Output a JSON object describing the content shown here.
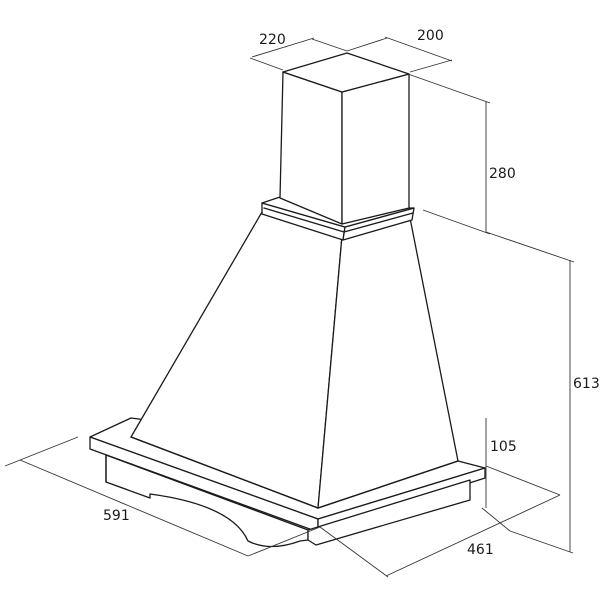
{
  "dimensions": {
    "chimney_width": "220",
    "chimney_depth": "200",
    "chimney_height": "280",
    "hood_height": "613",
    "canopy_height": "105",
    "hood_width": "591",
    "hood_depth": "461"
  }
}
